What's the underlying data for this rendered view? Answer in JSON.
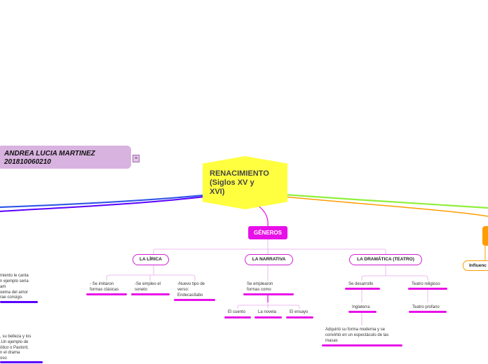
{
  "author": {
    "name": "ANDREA LUCIA MARTINEZ",
    "code": "201810060210",
    "note_icon": "≡"
  },
  "central_topic": {
    "lines": [
      "RENACIMIENTO",
      "(Siglos XV y",
      "XVI)"
    ],
    "color": "#ffff3f"
  },
  "generos": {
    "label": "GÉNEROS",
    "color": "#e810e8"
  },
  "influence": {
    "label": "Influenc",
    "color": "#ff9c00"
  },
  "lirica": {
    "label": "LA LÍRICA",
    "items": [
      {
        "lines": [
          "- Se imitaron",
          "formas clásicas"
        ]
      },
      {
        "lines": [
          "-Se empleo el",
          "soneto"
        ]
      },
      {
        "lines": [
          "-Nuevo tipo de",
          "verso:",
          "Endecasílabo"
        ]
      }
    ]
  },
  "narrativa": {
    "label": "LA NARRATIVA",
    "intro": [
      "Se emplearon",
      "formas como"
    ],
    "items": [
      "El cuento",
      "La novela",
      "El ensayo"
    ]
  },
  "dramatica": {
    "label": "LA DRAMÁTICA (TEATRO)",
    "developed": "Se desarrollo",
    "country": "Inglaterra",
    "description": [
      "Adquirió su forma moderna y se",
      "convirtió en un espectáculo de las",
      "masas"
    ],
    "religious": "Teatro religioso",
    "profane": "Teatro profano"
  },
  "left_texts": {
    "block1": [
      "miento le canta",
      "n ejemplo seria",
      "am",
      "oema del amor",
      "rae consigo."
    ],
    "block2": [
      ", su belleza y los",
      ".Un ejemplo de",
      "ólico o Pastoril,",
      "n el drama",
      "oso"
    ]
  },
  "colors": {
    "blue_branch": "#2f56e8",
    "purple_branch": "#5a00ff",
    "green_branch": "#8ff03a",
    "orange_branch": "#ff9c00",
    "magenta": "#e810e8"
  }
}
